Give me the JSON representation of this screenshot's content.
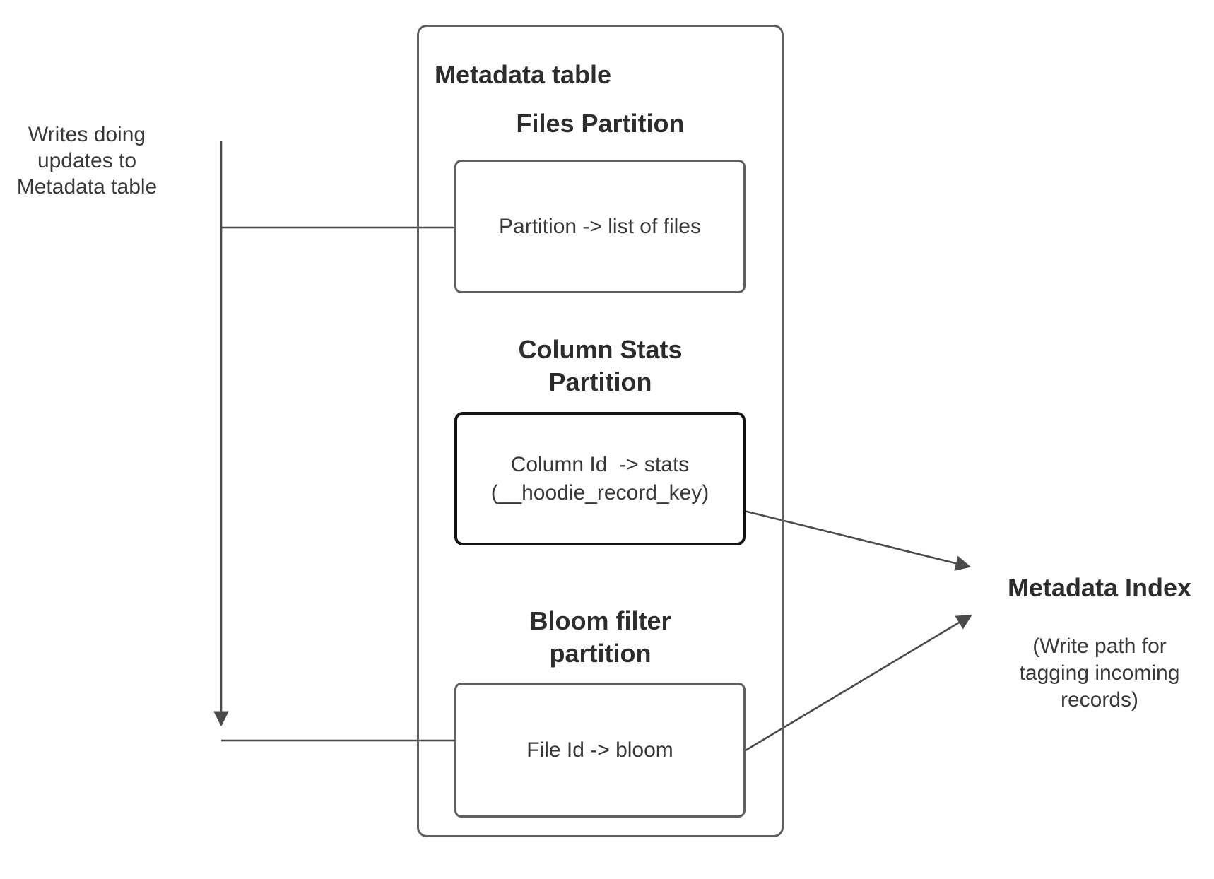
{
  "colors": {
    "connector": "#4a4a4a",
    "box_border": "#5f5f5f",
    "emphasis_box_border": "#141414",
    "text": "#2d2d2d"
  },
  "annotation": {
    "writes_label": "Writes doing\nupdates to\nMetadata table"
  },
  "metadata_table": {
    "title": "Metadata table",
    "files_partition": {
      "heading": "Files Partition",
      "mapping": "Partition -> list of files"
    },
    "column_stats_partition": {
      "heading": "Column Stats\nPartition",
      "mapping": "Column Id  -> stats\n(__hoodie_record_key)"
    },
    "bloom_filter_partition": {
      "heading": "Bloom filter\npartition",
      "mapping": "File Id -> bloom"
    }
  },
  "metadata_index": {
    "title": "Metadata Index",
    "note": "(Write path for\ntagging incoming\nrecords)"
  }
}
